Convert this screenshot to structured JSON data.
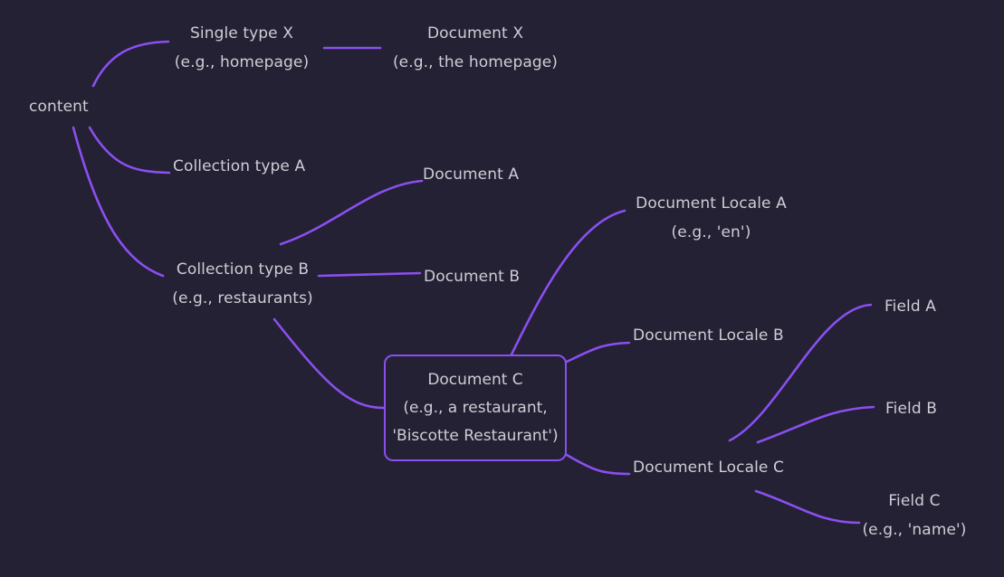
{
  "diagram": {
    "type": "mindmap",
    "background_color": "#232133",
    "edge_color": "#8b4ff0",
    "text_color": "#cfcdd6",
    "root": "content",
    "nodes": [
      {
        "id": "content",
        "label": "content",
        "sublabel": ""
      },
      {
        "id": "single-type-x",
        "label": "Single type X",
        "sublabel": "(e.g., homepage)"
      },
      {
        "id": "document-x",
        "label": "Document X",
        "sublabel": "(e.g., the homepage)"
      },
      {
        "id": "collection-a",
        "label": "Collection type A",
        "sublabel": ""
      },
      {
        "id": "document-a",
        "label": "Document A",
        "sublabel": ""
      },
      {
        "id": "collection-b",
        "label": "Collection type B",
        "sublabel": "(e.g., restaurants)"
      },
      {
        "id": "document-b",
        "label": "Document B",
        "sublabel": ""
      },
      {
        "id": "document-c",
        "label": "Document C",
        "sublabel": "(e.g., a restaurant,",
        "sublabel2": "'Biscotte Restaurant')"
      },
      {
        "id": "doc-locale-a",
        "label": "Document Locale A",
        "sublabel": "(e.g., 'en')"
      },
      {
        "id": "doc-locale-b",
        "label": "Document Locale B",
        "sublabel": ""
      },
      {
        "id": "doc-locale-c",
        "label": "Document Locale C",
        "sublabel": ""
      },
      {
        "id": "field-a",
        "label": "Field A",
        "sublabel": ""
      },
      {
        "id": "field-b",
        "label": "Field B",
        "sublabel": ""
      },
      {
        "id": "field-c",
        "label": "Field C",
        "sublabel": "(e.g., 'name')"
      }
    ],
    "edges": [
      {
        "from": "content",
        "to": "single-type-x"
      },
      {
        "from": "single-type-x",
        "to": "document-x"
      },
      {
        "from": "content",
        "to": "collection-a"
      },
      {
        "from": "content",
        "to": "collection-b"
      },
      {
        "from": "collection-a",
        "to": "document-a"
      },
      {
        "from": "collection-b",
        "to": "document-b"
      },
      {
        "from": "collection-b",
        "to": "document-c"
      },
      {
        "from": "document-c",
        "to": "doc-locale-a"
      },
      {
        "from": "document-c",
        "to": "doc-locale-b"
      },
      {
        "from": "document-c",
        "to": "doc-locale-c"
      },
      {
        "from": "doc-locale-c",
        "to": "field-a"
      },
      {
        "from": "doc-locale-c",
        "to": "field-b"
      },
      {
        "from": "doc-locale-c",
        "to": "field-c"
      }
    ]
  }
}
